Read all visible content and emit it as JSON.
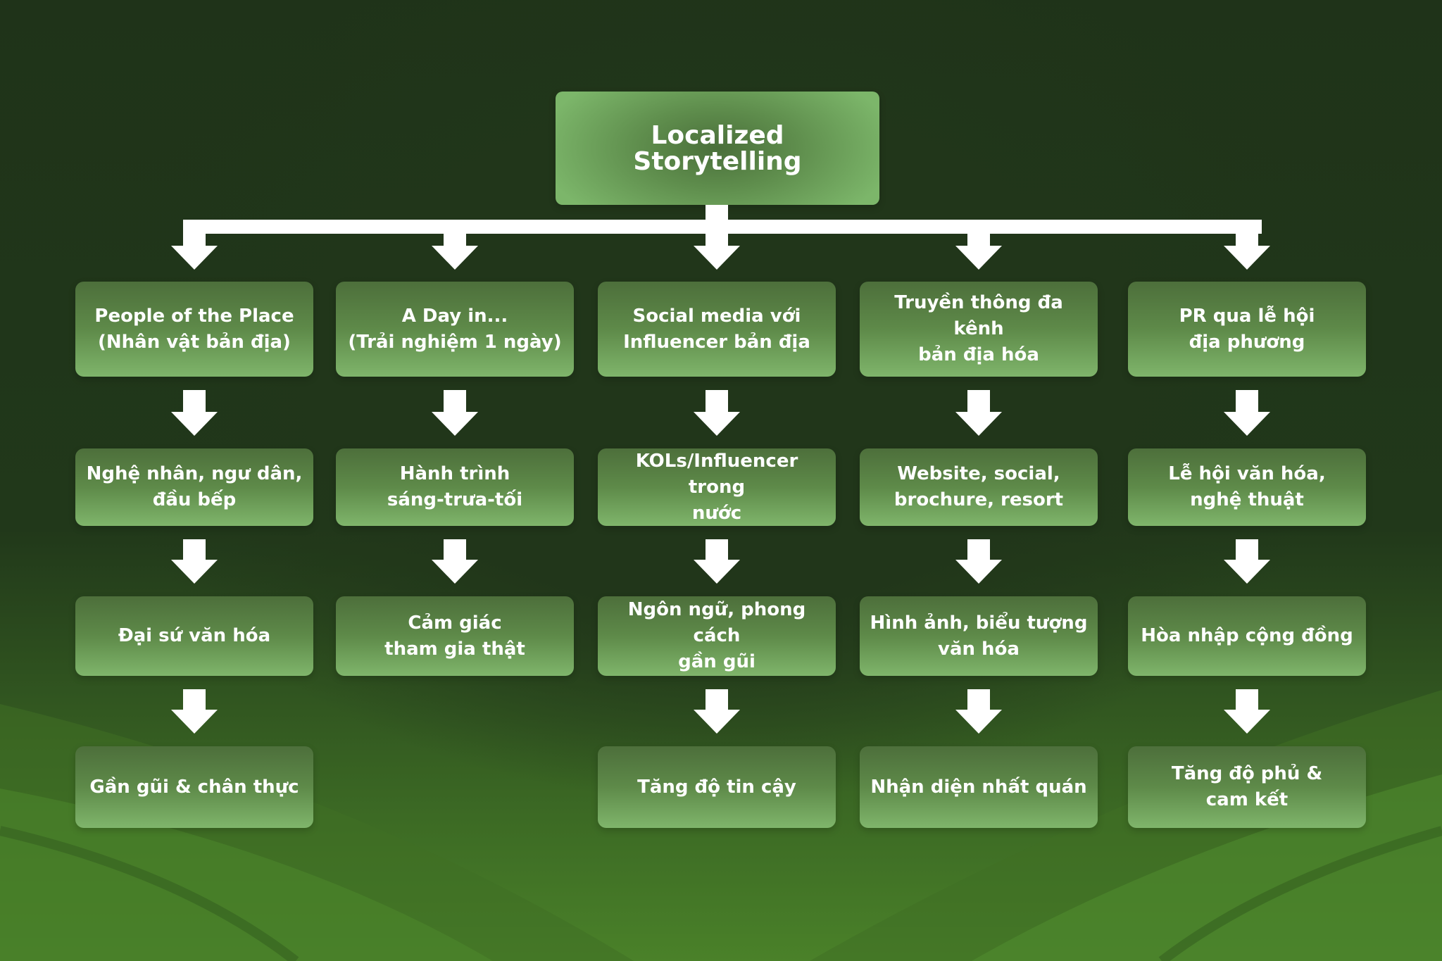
{
  "root": {
    "label": "Localized Storytelling"
  },
  "colors": {
    "background_dark": "#21361a",
    "background_light": "#4a8129",
    "box_top": "#4d6f3b",
    "box_bottom": "#7fb56b",
    "arrow": "#ffffff",
    "text": "#ffffff"
  },
  "columns": [
    {
      "steps": [
        "People of the Place\n(Nhân vật bản địa)",
        "Nghệ nhân, ngư dân,\nđầu bếp",
        "Đại sứ văn hóa",
        "Gần gũi & chân thực"
      ]
    },
    {
      "steps": [
        "A Day in...\n(Trải nghiệm 1 ngày)",
        "Hành trình\nsáng-trưa-tối",
        "Cảm giác\ntham gia thật"
      ]
    },
    {
      "steps": [
        "Social media với\nInfluencer bản địa",
        "KOLs/Influencer trong\nnước",
        "Ngôn ngữ, phong cách\ngần gũi",
        "Tăng độ tin cậy"
      ]
    },
    {
      "steps": [
        "Truyền thông đa kênh\nbản địa hóa",
        "Website, social,\nbrochure, resort",
        "Hình ảnh, biểu tượng\nvăn hóa",
        "Nhận diện nhất quán"
      ]
    },
    {
      "steps": [
        "PR qua lễ hội\nđịa phương",
        "Lễ hội văn hóa,\nnghệ thuật",
        "Hòa nhập cộng đồng",
        "Tăng độ phủ &\ncam kết"
      ]
    }
  ]
}
